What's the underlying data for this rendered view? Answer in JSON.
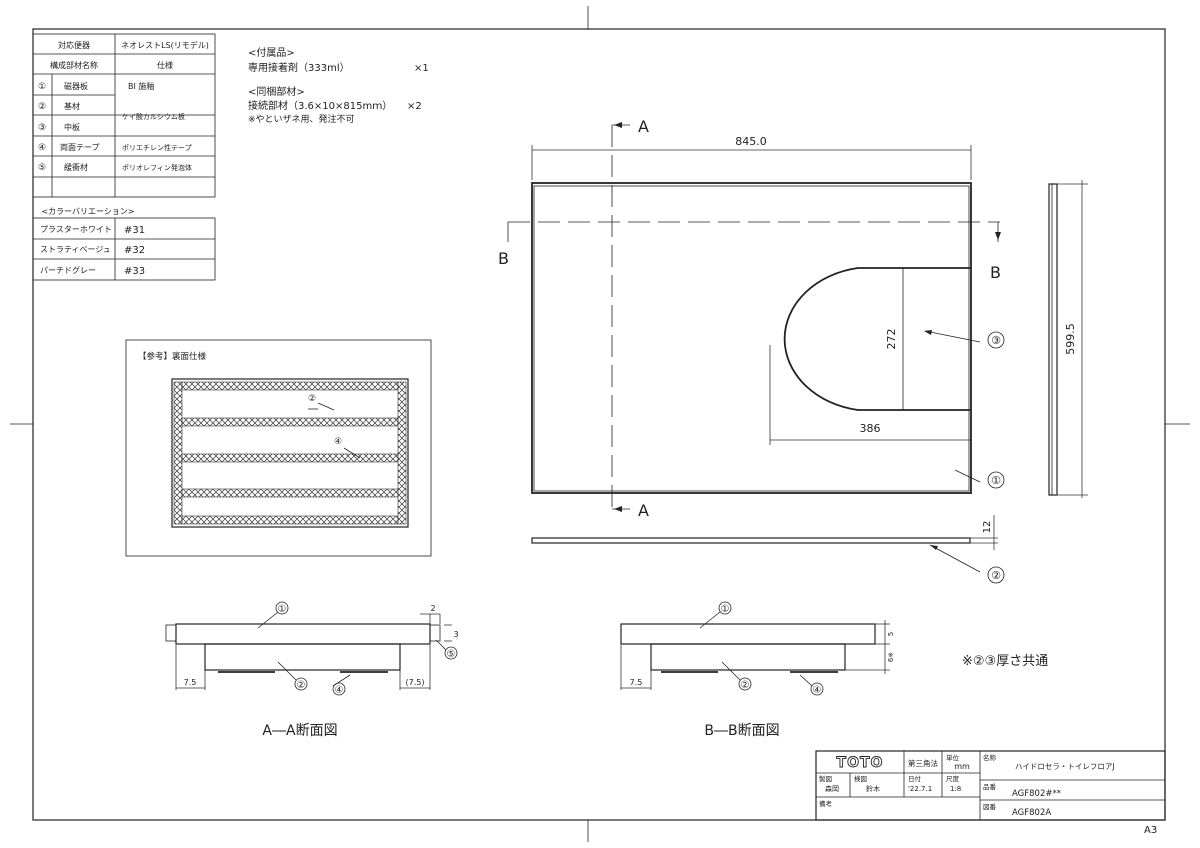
{
  "spec_table": {
    "header_left": "対応便器",
    "header_right": "ネオレストLS(リモデル)",
    "col_left": "構成部材名称",
    "col_right": "仕様",
    "rows": [
      {
        "num": "①",
        "name": "磁器板",
        "spec": "BⅠ 施釉"
      },
      {
        "num": "②",
        "name": "基材",
        "spec": "ケイ酸カルシウム板"
      },
      {
        "num": "③",
        "name": "中板",
        "spec": ""
      },
      {
        "num": "④",
        "name": "両面テープ",
        "spec": "ポリエチレン性テープ"
      },
      {
        "num": "⑤",
        "name": "緩衝材",
        "spec": "ポリオレフィン発泡体"
      }
    ]
  },
  "color_variation": {
    "title": "<カラーバリエーション>",
    "rows": [
      {
        "name": "プラスターホワイト",
        "code": "#31"
      },
      {
        "name": "ストラティベージュ",
        "code": "#32"
      },
      {
        "name": "パーチドグレー",
        "code": "#33"
      }
    ]
  },
  "notes": {
    "accessory_title": "<付属品>",
    "accessory_item": "専用接着剤（333ml）",
    "accessory_qty": "×1",
    "bundled_title": "<同梱部材>",
    "bundled_item": "接続部材（3.6×10×815mｍ）",
    "bundled_qty": "×2",
    "bundled_note": "※やといザネ用、発注不可"
  },
  "reference": {
    "title": "【参考】裏面仕様",
    "label_2": "②",
    "label_4": "④"
  },
  "plan_view": {
    "section_a": "A",
    "section_b": "B",
    "width_dim": "845.0",
    "height_dim": "599.5",
    "cutout_h": "272",
    "cutout_w": "386",
    "thickness": "12",
    "callout_1": "①",
    "callout_2": "②",
    "callout_3": "③"
  },
  "section_aa": {
    "title": "A―A断面図",
    "left_dim": "7.5",
    "right_dim": "(7.5)",
    "top_dim": "2",
    "side_dim": "3",
    "callout_1": "①",
    "callout_2": "②",
    "callout_4": "④",
    "callout_5": "⑤"
  },
  "section_bb": {
    "title": "B―B断面図",
    "left_dim": "7.5",
    "dim_5": "5",
    "dim_6": "6※",
    "callout_1": "①",
    "callout_2": "②",
    "callout_4": "④"
  },
  "common_note": "※②③厚さ共通",
  "title_block": {
    "logo": "TOTO",
    "projection": "第三角法",
    "unit_label": "単位",
    "unit": "mm",
    "name_label": "名称",
    "name": "ハイドロセラ・トイレフロアJ",
    "drawn_label": "製図",
    "drawn": "森岡",
    "checked_label": "検図",
    "checked": "鈴木",
    "date_label": "日付",
    "date": "'22.7.1",
    "scale_label": "尺度",
    "scale": "1:8",
    "part_label": "品番",
    "part": "AGF802#**",
    "drawing_label": "図番",
    "drawing": "AGF802A",
    "remarks_label": "備考"
  },
  "sheet_size": "A3"
}
